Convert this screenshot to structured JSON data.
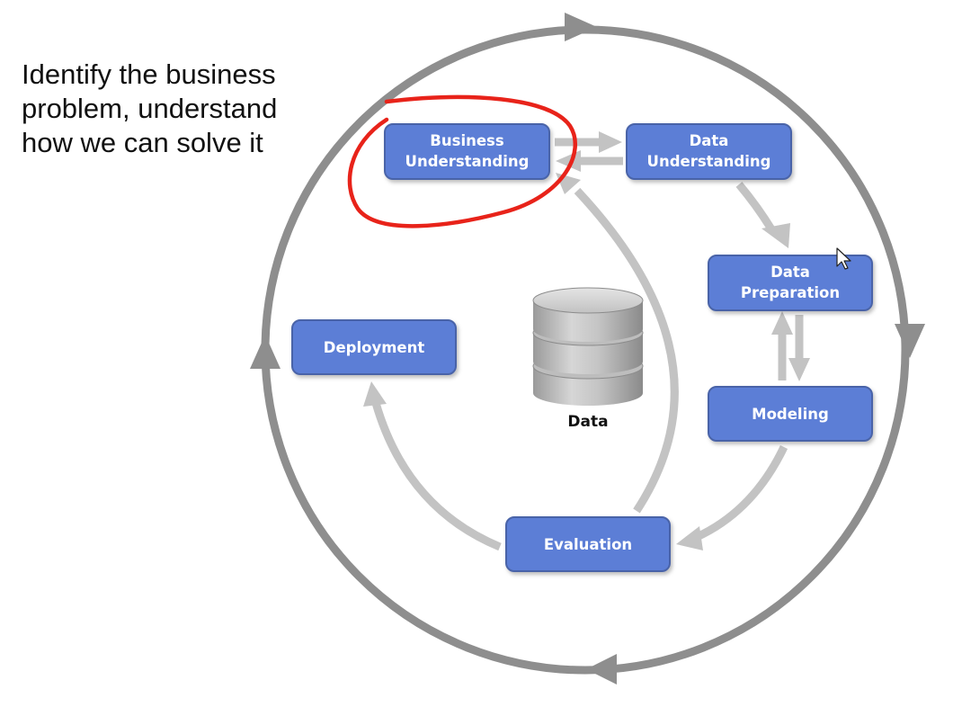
{
  "annotation": {
    "lines": [
      "Identify the business",
      "problem, understand",
      "how we can solve it"
    ]
  },
  "diagram": {
    "phases": {
      "business_understanding": [
        "Business",
        "Understanding"
      ],
      "data_understanding": [
        "Data",
        "Understanding"
      ],
      "data_preparation": [
        "Data",
        "Preparation"
      ],
      "modeling": [
        "Modeling"
      ],
      "evaluation": [
        "Evaluation"
      ],
      "deployment": [
        "Deployment"
      ]
    },
    "center_label": "Data",
    "highlighted_phase": "business_understanding"
  },
  "colors": {
    "box_fill": "#5b7ed6",
    "box_stroke": "#4a64a8",
    "box_text": "#ffffff",
    "outer_cycle": "#8e8e8e",
    "inner_arrows": "#c3c3c3",
    "highlight": "#e8231a",
    "database_body": "#b9b9b9"
  }
}
